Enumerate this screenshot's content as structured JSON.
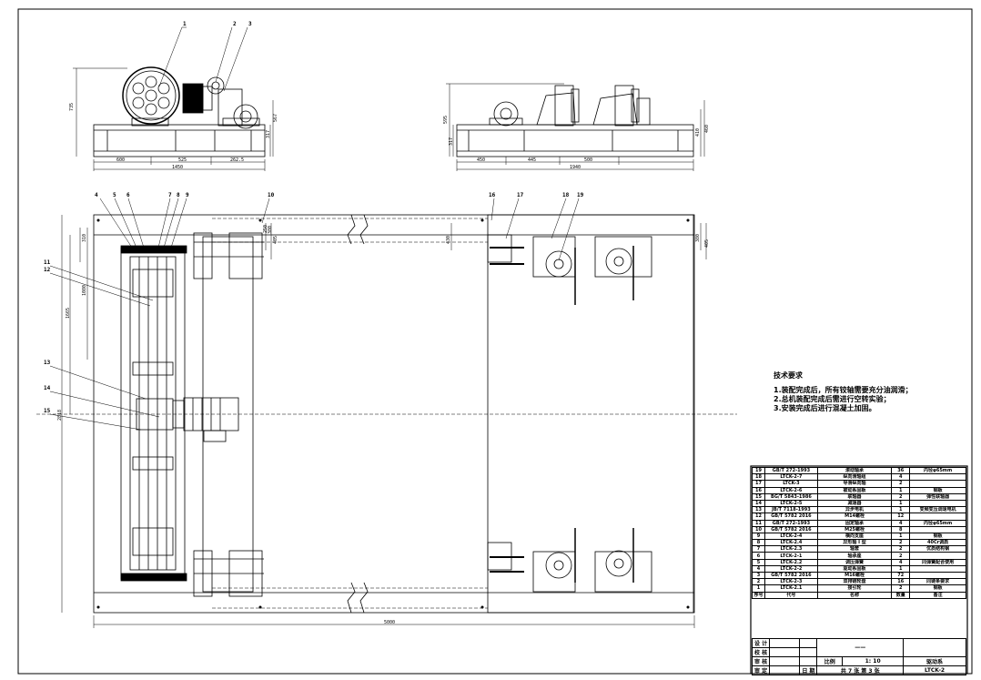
{
  "drawing": {
    "title": "驱动系",
    "drawing_no": "LTCK-2",
    "scale_label": "比例",
    "scale": "1: 10",
    "sheets": "共 7 张 第 3 张",
    "title_rows": [
      "设 计",
      "校 核",
      "审 核",
      "审 定"
    ],
    "sign_label": "日 期",
    "dash": "——"
  },
  "balloons": [
    "1",
    "2",
    "3",
    "4",
    "5",
    "6",
    "7",
    "8",
    "9",
    "10",
    "11",
    "12",
    "13",
    "14",
    "15",
    "16",
    "17",
    "18",
    "19"
  ],
  "dimensions": {
    "front": {
      "height_total": "735",
      "height_a": "317",
      "height_b": "567",
      "seg1": "600",
      "seg2": "525",
      "seg3": "262.5",
      "width": "1450"
    },
    "side": {
      "height_a": "317",
      "height_b": "595",
      "height_c": "410",
      "height_d": "460",
      "seg1": "450",
      "seg2": "445",
      "seg3": "500",
      "width": "1940"
    },
    "plan": {
      "d_310": "310",
      "d_1080": "1080",
      "d_1665": "1665",
      "d_2818": "2818",
      "d_250a": "250",
      "d_380": "380",
      "d_405a": "405",
      "d_430": "430",
      "d_380b": "380",
      "d_405b": "405",
      "width": "5000"
    }
  },
  "tech": {
    "title": "技术要求",
    "items": [
      "1.装配完成后，所有铰轴需要充分油润滑；",
      "2.总机装配完成后需进行空转实验；",
      "3.安装完成后进行混凝土加固。"
    ]
  },
  "bom": {
    "header": {
      "no": "序号",
      "code": "代号",
      "name": "名称",
      "qty": "数量",
      "note": "备注"
    },
    "rows": [
      {
        "no": "19",
        "code": "GB/T 272-1993",
        "name": "滚动轴承",
        "qty": "36",
        "note": "内径φ65mm"
      },
      {
        "no": "18",
        "code": "LTCK-2-7",
        "name": "纵向滑轴组",
        "qty": "4",
        "note": ""
      },
      {
        "no": "17",
        "code": "LTCK-3",
        "name": "导滑纵向轴",
        "qty": "2",
        "note": ""
      },
      {
        "no": "16",
        "code": "LTCK-2-6",
        "name": "被动系固板",
        "qty": "1",
        "note": "钢板"
      },
      {
        "no": "15",
        "code": "BG/T 5843-1986",
        "name": "联轴器",
        "qty": "2",
        "note": "弹性联轴器"
      },
      {
        "no": "14",
        "code": "LTCK-2-5",
        "name": "减速器",
        "qty": "1",
        "note": ""
      },
      {
        "no": "13",
        "code": "JB/T 7118-1993",
        "name": "异步电机",
        "qty": "1",
        "note": "变频变压调速电机"
      },
      {
        "no": "12",
        "code": "GB/T 5782 2016",
        "name": "M14螺栓",
        "qty": "12",
        "note": ""
      },
      {
        "no": "11",
        "code": "GB/T 272-1993",
        "name": "固定轴承",
        "qty": "4",
        "note": "内径φ65mm"
      },
      {
        "no": "10",
        "code": "GB/T 5782 2016",
        "name": "M25螺栓",
        "qty": "8",
        "note": ""
      },
      {
        "no": "9",
        "code": "LTCK-2-4",
        "name": "横向支座",
        "qty": "1",
        "note": "钢板"
      },
      {
        "no": "8",
        "code": "LTCK-2.4",
        "name": "异形轴 I 型",
        "qty": "2",
        "note": "40Cr调质"
      },
      {
        "no": "7",
        "code": "LTCK-2.3",
        "name": "轴套",
        "qty": "2",
        "note": "优质结构钢"
      },
      {
        "no": "6",
        "code": "LTCK-2-1",
        "name": "轴承座",
        "qty": "2",
        "note": ""
      },
      {
        "no": "5",
        "code": "LTCK-2.2",
        "name": "调压弹簧",
        "qty": "4",
        "note": "同弹簧配合使用"
      },
      {
        "no": "4",
        "code": "LTCK-2-2",
        "name": "驱动系固板",
        "qty": "1",
        "note": ""
      },
      {
        "no": "3",
        "code": "GB/T 5782 2016",
        "name": "M16螺栓",
        "qty": "72",
        "note": ""
      },
      {
        "no": "2",
        "code": "LTCK-2-3",
        "name": "双排链轮盘",
        "qty": "16",
        "note": "同链条要求"
      },
      {
        "no": "1",
        "code": "LTCK-2.1",
        "name": "接引轮",
        "qty": "2",
        "note": "钢板"
      }
    ]
  }
}
